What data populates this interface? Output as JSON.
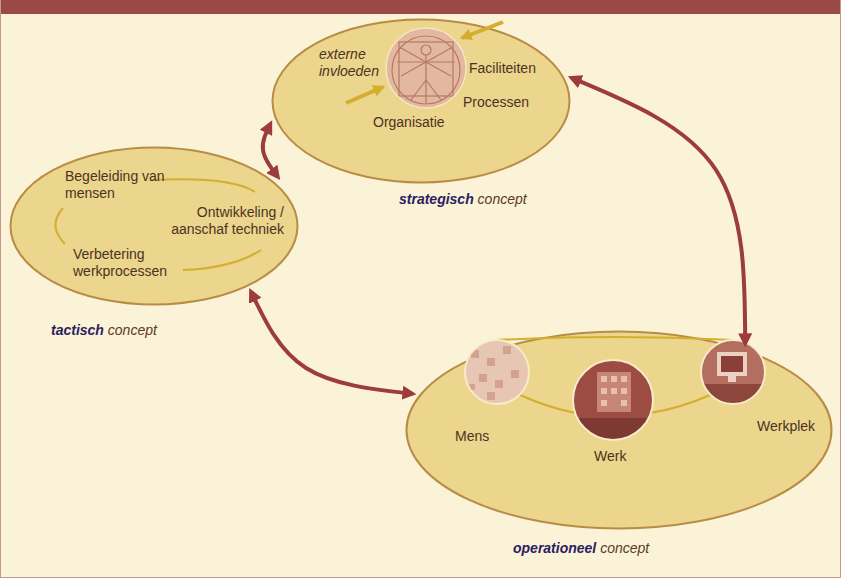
{
  "diagram": {
    "nodes": [
      {
        "text": [
          "strategisch concept",
          "externe invloeden",
          "Faciliteiten",
          "Processen",
          "Organisatie"
        ]
      },
      {
        "text": [
          "tactisch concept",
          "Begeleiding van mensen",
          "Ontwikkeling / aanschaf techniek",
          "Verbetering werkprocessen"
        ]
      },
      {
        "text": [
          "operationeel concept",
          "Mens",
          "Werk",
          "Werkplek"
        ]
      }
    ],
    "edges": [
      {
        "from": 0,
        "to": 1,
        "arrow": "both"
      },
      {
        "from": 0,
        "to": 2,
        "arrow": "both"
      },
      {
        "from": 1,
        "to": 2,
        "arrow": "both"
      }
    ]
  }
}
